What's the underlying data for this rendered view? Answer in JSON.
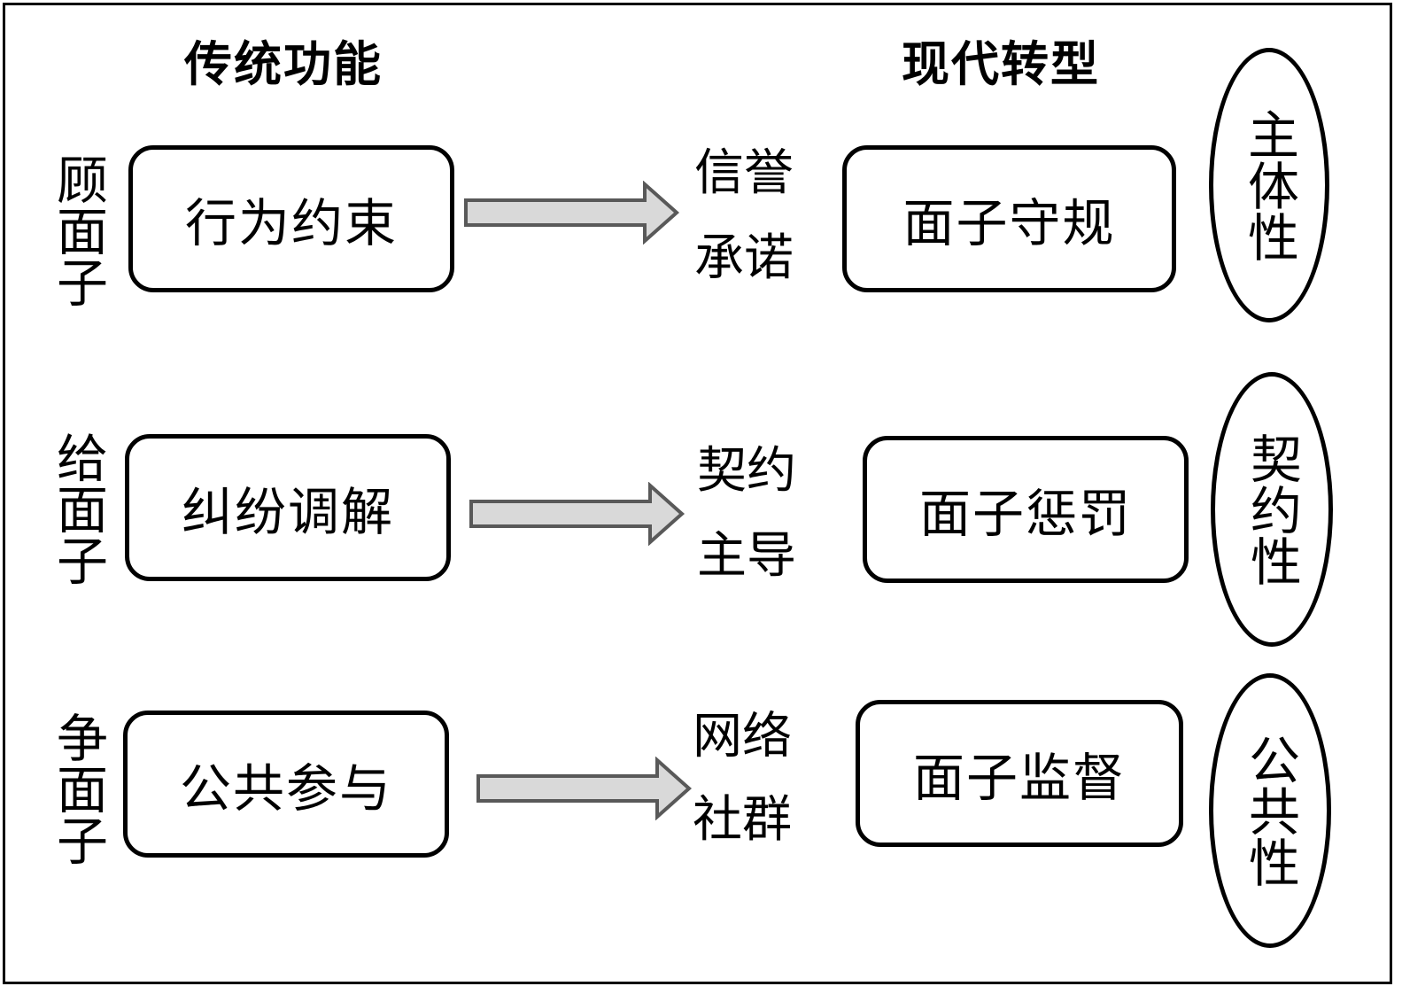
{
  "headings": {
    "traditional": "传统功能",
    "modern": "现代转型"
  },
  "rows": [
    {
      "side_label": "顾面子",
      "traditional_box": "行为约束",
      "middle_top": "信誉",
      "middle_bottom": "承诺",
      "modern_box": "面子守规",
      "property": "主体性"
    },
    {
      "side_label": "给面子",
      "traditional_box": "纠纷调解",
      "middle_top": "契约",
      "middle_bottom": "主导",
      "modern_box": "面子惩罚",
      "property": "契约性"
    },
    {
      "side_label": "争面子",
      "traditional_box": "公共参与",
      "middle_top": "网络",
      "middle_bottom": "社群",
      "modern_box": "面子监督",
      "property": "公共性"
    }
  ],
  "colors": {
    "arrow_fill": "#d9d9d9",
    "arrow_stroke": "#595959",
    "border": "#000000"
  }
}
